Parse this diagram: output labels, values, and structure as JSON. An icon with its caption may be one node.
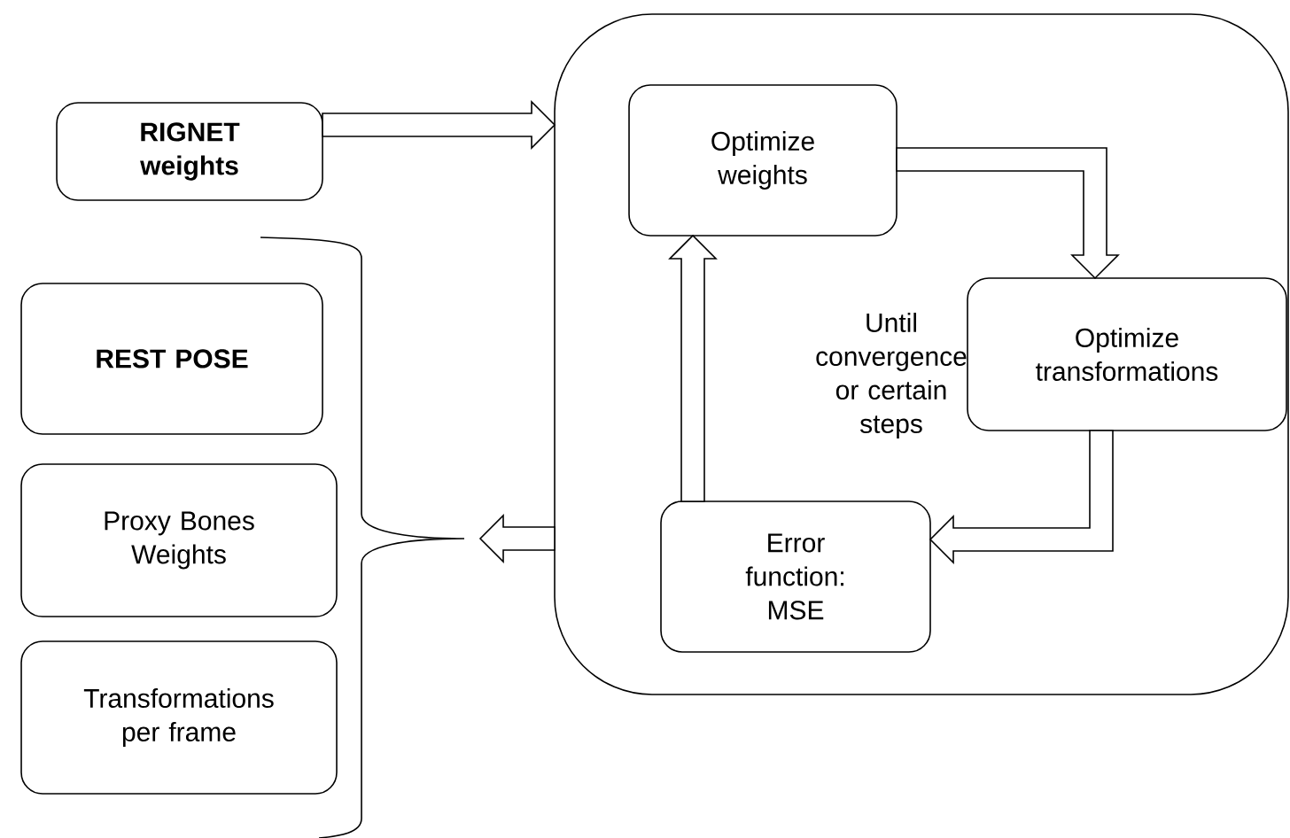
{
  "diagram": {
    "nodes": [
      {
        "text": [
          "RIGNET weights"
        ]
      },
      {
        "text": [],
        "shape": "box"
      },
      {
        "text": [
          "Optimize weights"
        ],
        "in": 1
      },
      {
        "text": [
          "Optimize transformations"
        ],
        "in": 1
      },
      {
        "text": [
          "Error function: MSE"
        ],
        "in": 1
      },
      {
        "text": [
          "REST POSE"
        ]
      },
      {
        "text": [
          "Proxy Bones Weights"
        ]
      },
      {
        "text": [
          "Transformations per frame"
        ]
      }
    ],
    "edges": [
      {
        "from": 0,
        "to": 1,
        "arrow": "to"
      },
      {
        "from": 2,
        "to": 3,
        "arrow": "to"
      },
      {
        "from": 3,
        "to": 4,
        "arrow": "to"
      },
      {
        "from": 4,
        "to": 2,
        "arrow": "to"
      },
      {
        "from": 1,
        "to": null,
        "arrow": "to"
      }
    ],
    "labels": [
      "Until convergence or certain steps"
    ]
  }
}
